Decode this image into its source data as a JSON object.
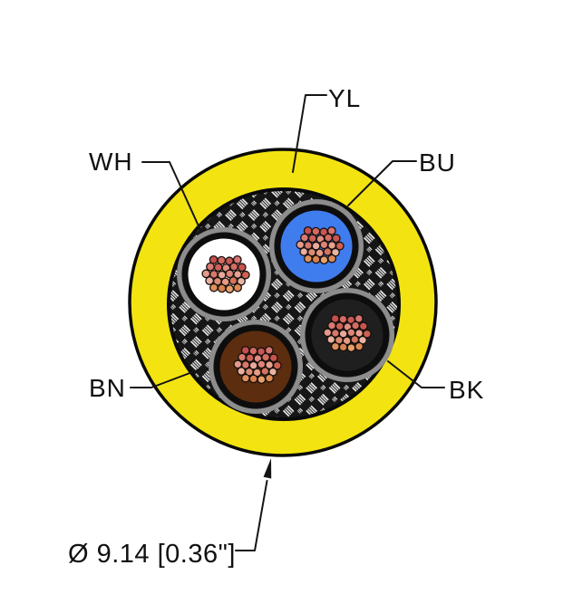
{
  "diagram_title": "cable-cross-section",
  "jacket": {
    "label": "YL",
    "color": "#f3e411"
  },
  "shield": {
    "braid_dark": "#161616",
    "braid_light": "#eaeaea",
    "filler_gray": "#8d8d8d"
  },
  "conductors": {
    "wh": {
      "label": "WH",
      "color": "#ffffff"
    },
    "bu": {
      "label": "BU",
      "color": "#3f7cee"
    },
    "bn": {
      "label": "BN",
      "color": "#5c2d0e"
    },
    "bk": {
      "label": "BK",
      "color": "#1f1f1f"
    }
  },
  "dimension": {
    "label": "Ø 9.14 [0.36\"]"
  },
  "outline_color": "#0a0a0a",
  "strand_outline": "#17100c",
  "strand_palette": [
    "#c44f4f",
    "#d46a62",
    "#c85755",
    "#d87470",
    "#d97a72",
    "#cf5e58",
    "#e08d82",
    "#d46c62",
    "#c9544e",
    "#e59a8c",
    "#d8776a",
    "#eaa89a",
    "#dd8578",
    "#e8a190",
    "#d06052",
    "#eaae9e",
    "#dd8a74",
    "#e69a82",
    "#d5745e",
    "#eab4a4",
    "#e0905c",
    "#d8814e",
    "#e8a06a",
    "#dd8a56"
  ]
}
